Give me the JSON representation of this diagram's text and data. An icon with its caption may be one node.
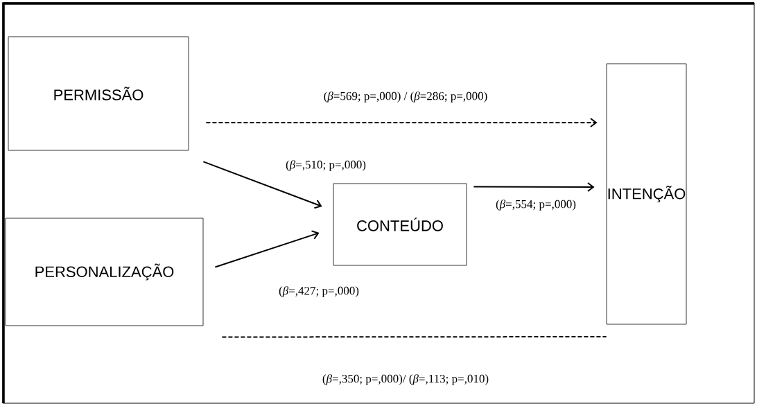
{
  "diagram": {
    "nodes": [
      {
        "text": [
          "PERMISSÃO"
        ]
      },
      {
        "text": [
          "INTENÇÃO"
        ]
      },
      {
        "text": [
          "CONTEÚDO"
        ]
      },
      {
        "text": [
          "PERSONALIZAÇÃO"
        ]
      }
    ],
    "edges": [
      {
        "from": 0,
        "to": 1,
        "arrow": "to",
        "style": "dashed",
        "label": "(*β*=569; p=,000) / (*β*=286; p=,000)"
      },
      {
        "from": 0,
        "to": 2,
        "arrow": "to",
        "label": "(*β*=,510; p=,000)"
      },
      {
        "from": 3,
        "to": 2,
        "arrow": "to",
        "label": "(*β*=,427; p=,000)"
      },
      {
        "from": 2,
        "to": 1,
        "arrow": "to",
        "label": "(*β*=,554; p=,000)"
      },
      {
        "from": 3,
        "to": 1,
        "arrow": "none",
        "style": "dashed",
        "label": "(*β*=,350; p=,000)/ (*β*=,113; p=,010)"
      }
    ]
  }
}
